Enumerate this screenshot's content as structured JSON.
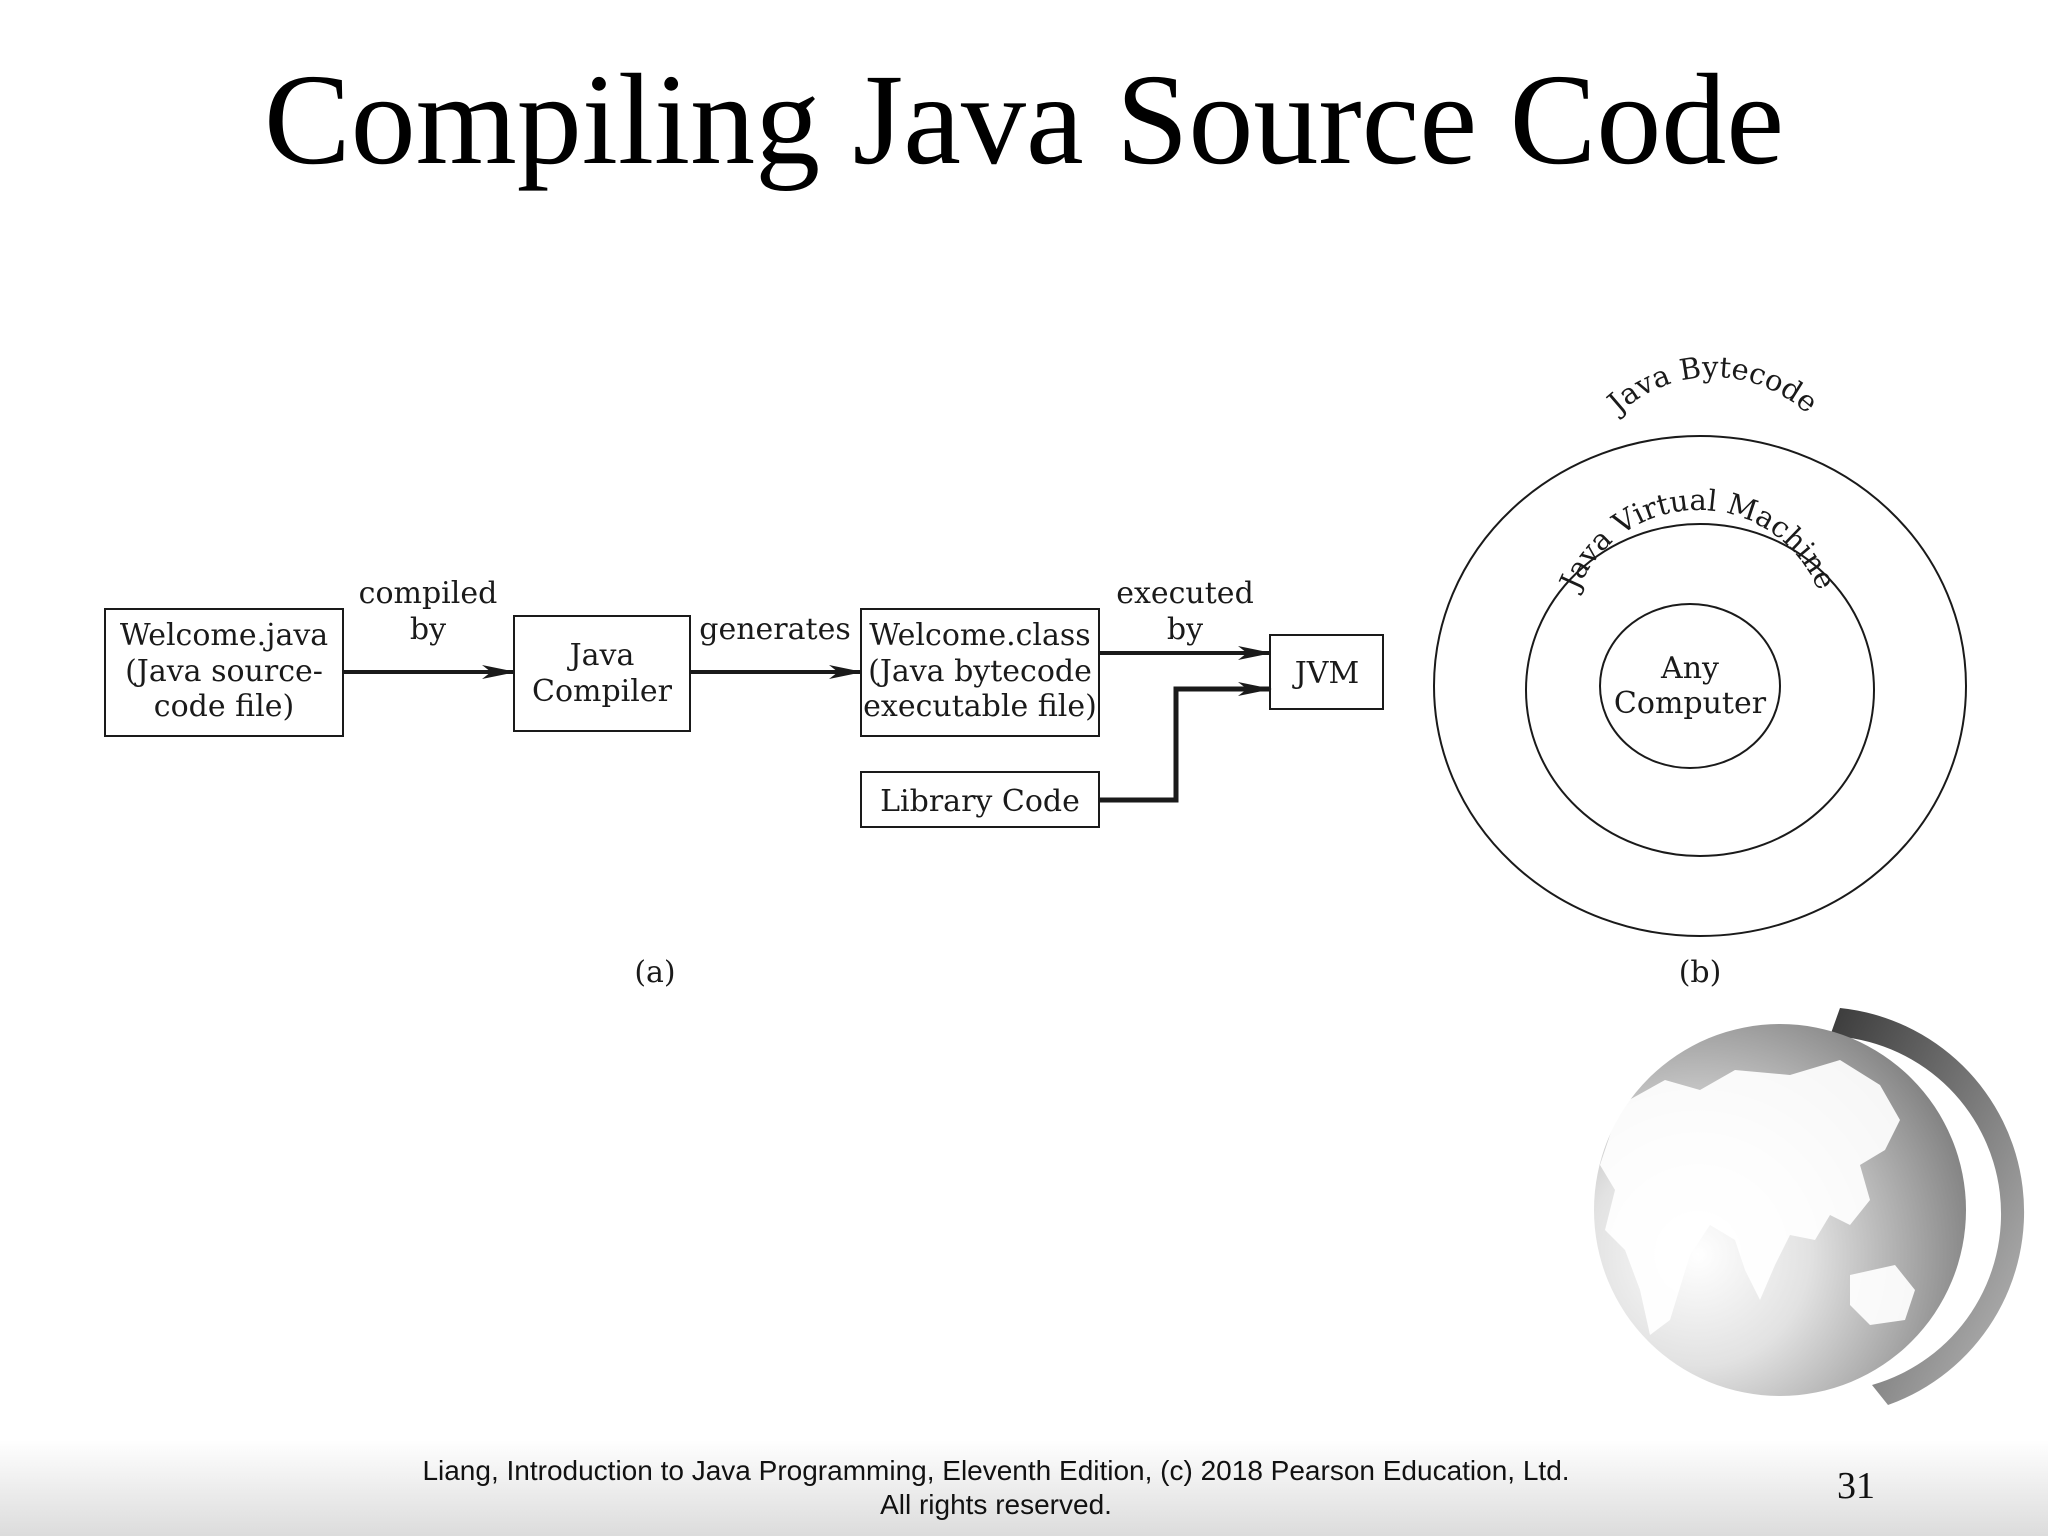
{
  "slide": {
    "title": "Compiling Java Source Code",
    "footer_line1": "Liang, Introduction to Java Programming, Eleventh Edition, (c) 2018 Pearson Education, Ltd.",
    "footer_line2": "All rights reserved.",
    "page_number": "31"
  },
  "diagram_a": {
    "source_box": [
      "Welcome.java",
      "(Java source-",
      "code file)"
    ],
    "compiler_box": [
      "Java",
      "Compiler"
    ],
    "class_box": [
      "Welcome.class",
      "(Java bytecode",
      "executable file)"
    ],
    "library_box": "Library Code",
    "jvm_box": "JVM",
    "label_compiled": [
      "compiled",
      "by"
    ],
    "label_generates": "generates",
    "label_executed": [
      "executed",
      "by"
    ],
    "caption": "(a)"
  },
  "diagram_b": {
    "outer_ring": "Java Bytecode",
    "middle_ring": "Java Virtual Machine",
    "inner": [
      "Any",
      "Computer"
    ],
    "caption": "(b)"
  },
  "colors": {
    "line": "#1a1a1a",
    "globe_light": "#e6e6e6",
    "globe_dark": "#7a7a7a"
  },
  "icons": {
    "globe": "globe-logo",
    "arrow": "arrow-right-icon"
  }
}
